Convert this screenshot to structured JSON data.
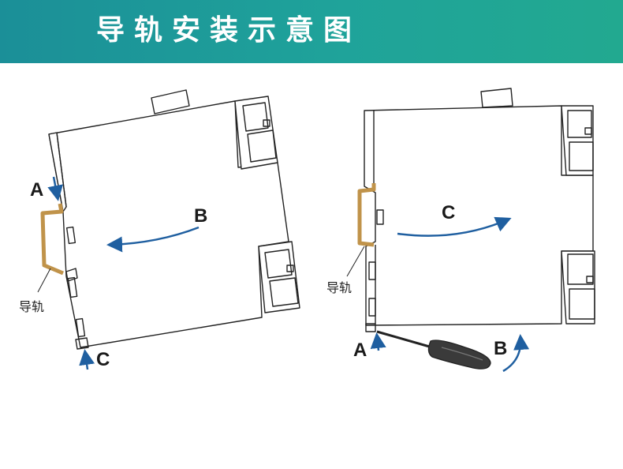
{
  "header": {
    "title": "导轨安装示意图",
    "background": "#1fa39a"
  },
  "left_diagram": {
    "label_a": "A",
    "label_b": "B",
    "label_c": "C",
    "rail_label": "导轨"
  },
  "right_diagram": {
    "label_a": "A",
    "label_b": "B",
    "label_c": "C",
    "rail_label": "导轨"
  },
  "colors": {
    "arrow": "#1f5fa0",
    "rail": "#c0934a",
    "outline": "#222222"
  }
}
